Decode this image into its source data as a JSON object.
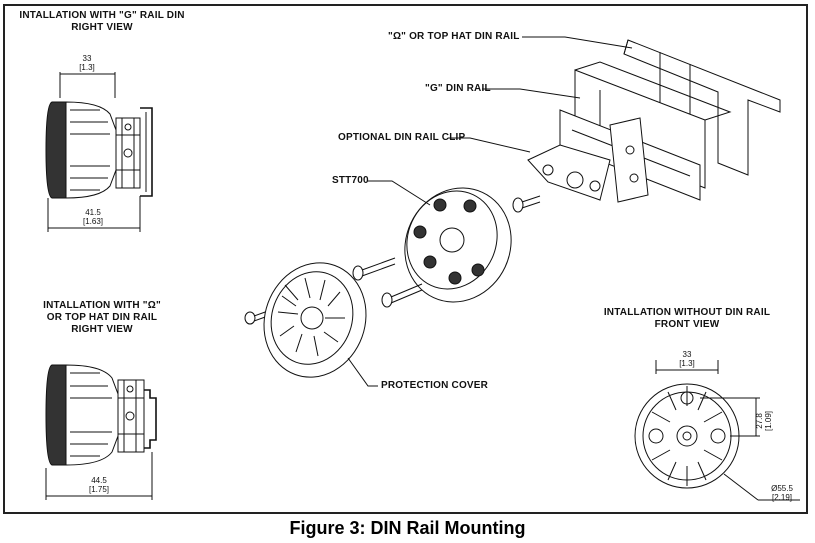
{
  "labels": {
    "g_rail_title_line1": "INTALLATION WITH \"G\" RAIL DIN",
    "g_rail_title_line2": "RIGHT VIEW",
    "omega_title_line1": "INTALLATION WITH \"Ω\"",
    "omega_title_line2": "OR TOP HAT DIN RAIL",
    "omega_title_line3": "RIGHT VIEW",
    "no_rail_title_line1": "INTALLATION WITHOUT DIN RAIL",
    "no_rail_title_line2": "FRONT VIEW",
    "omega_rail_callout": "\"Ω\" OR TOP HAT DIN RAIL",
    "g_rail_callout": "\"G\" DIN RAIL",
    "clip_callout": "OPTIONAL DIN RAIL CLIP",
    "device_callout": "STT700",
    "cover_callout": "PROTECTION COVER"
  },
  "dimensions": {
    "g_top_width": "33",
    "g_top_width_in": "[1.3]",
    "g_bottom_width": "41.5",
    "g_bottom_width_in": "[1.63]",
    "omega_bottom_width": "44.5",
    "omega_bottom_width_in": "[1.75]",
    "front_width": "33",
    "front_width_in": "[1.3]",
    "front_height": "27.8",
    "front_height_in": "[1.09]",
    "front_diameter": "Ø55.5",
    "front_diameter_in": "[2.19]"
  },
  "caption": "Figure 3: DIN Rail Mounting"
}
